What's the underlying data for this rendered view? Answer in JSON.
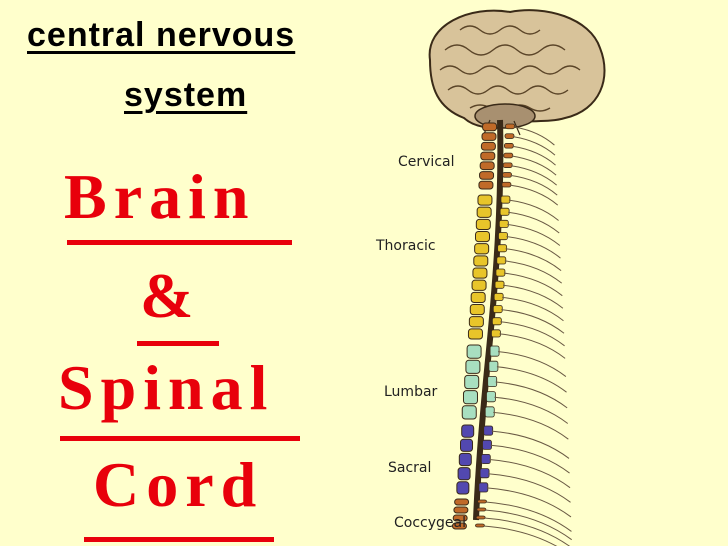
{
  "title": {
    "line1": "central nervous",
    "line2": "system"
  },
  "words": {
    "brain": "Brain",
    "ampersand": "&",
    "spinal": "Spinal",
    "cord": "Cord"
  },
  "regions": [
    {
      "label": "Cervical",
      "color": "#c06a28"
    },
    {
      "label": "Thoracic",
      "color": "#e8c52a"
    },
    {
      "label": "Lumbar",
      "color": "#a8dfc0"
    },
    {
      "label": "Sacral",
      "color": "#5248b0"
    },
    {
      "label": "Coccygeal",
      "color": "#c06a28"
    }
  ],
  "colors": {
    "background": "#ffffcc",
    "accent": "#e8000b",
    "brain": "#d8c39a"
  }
}
